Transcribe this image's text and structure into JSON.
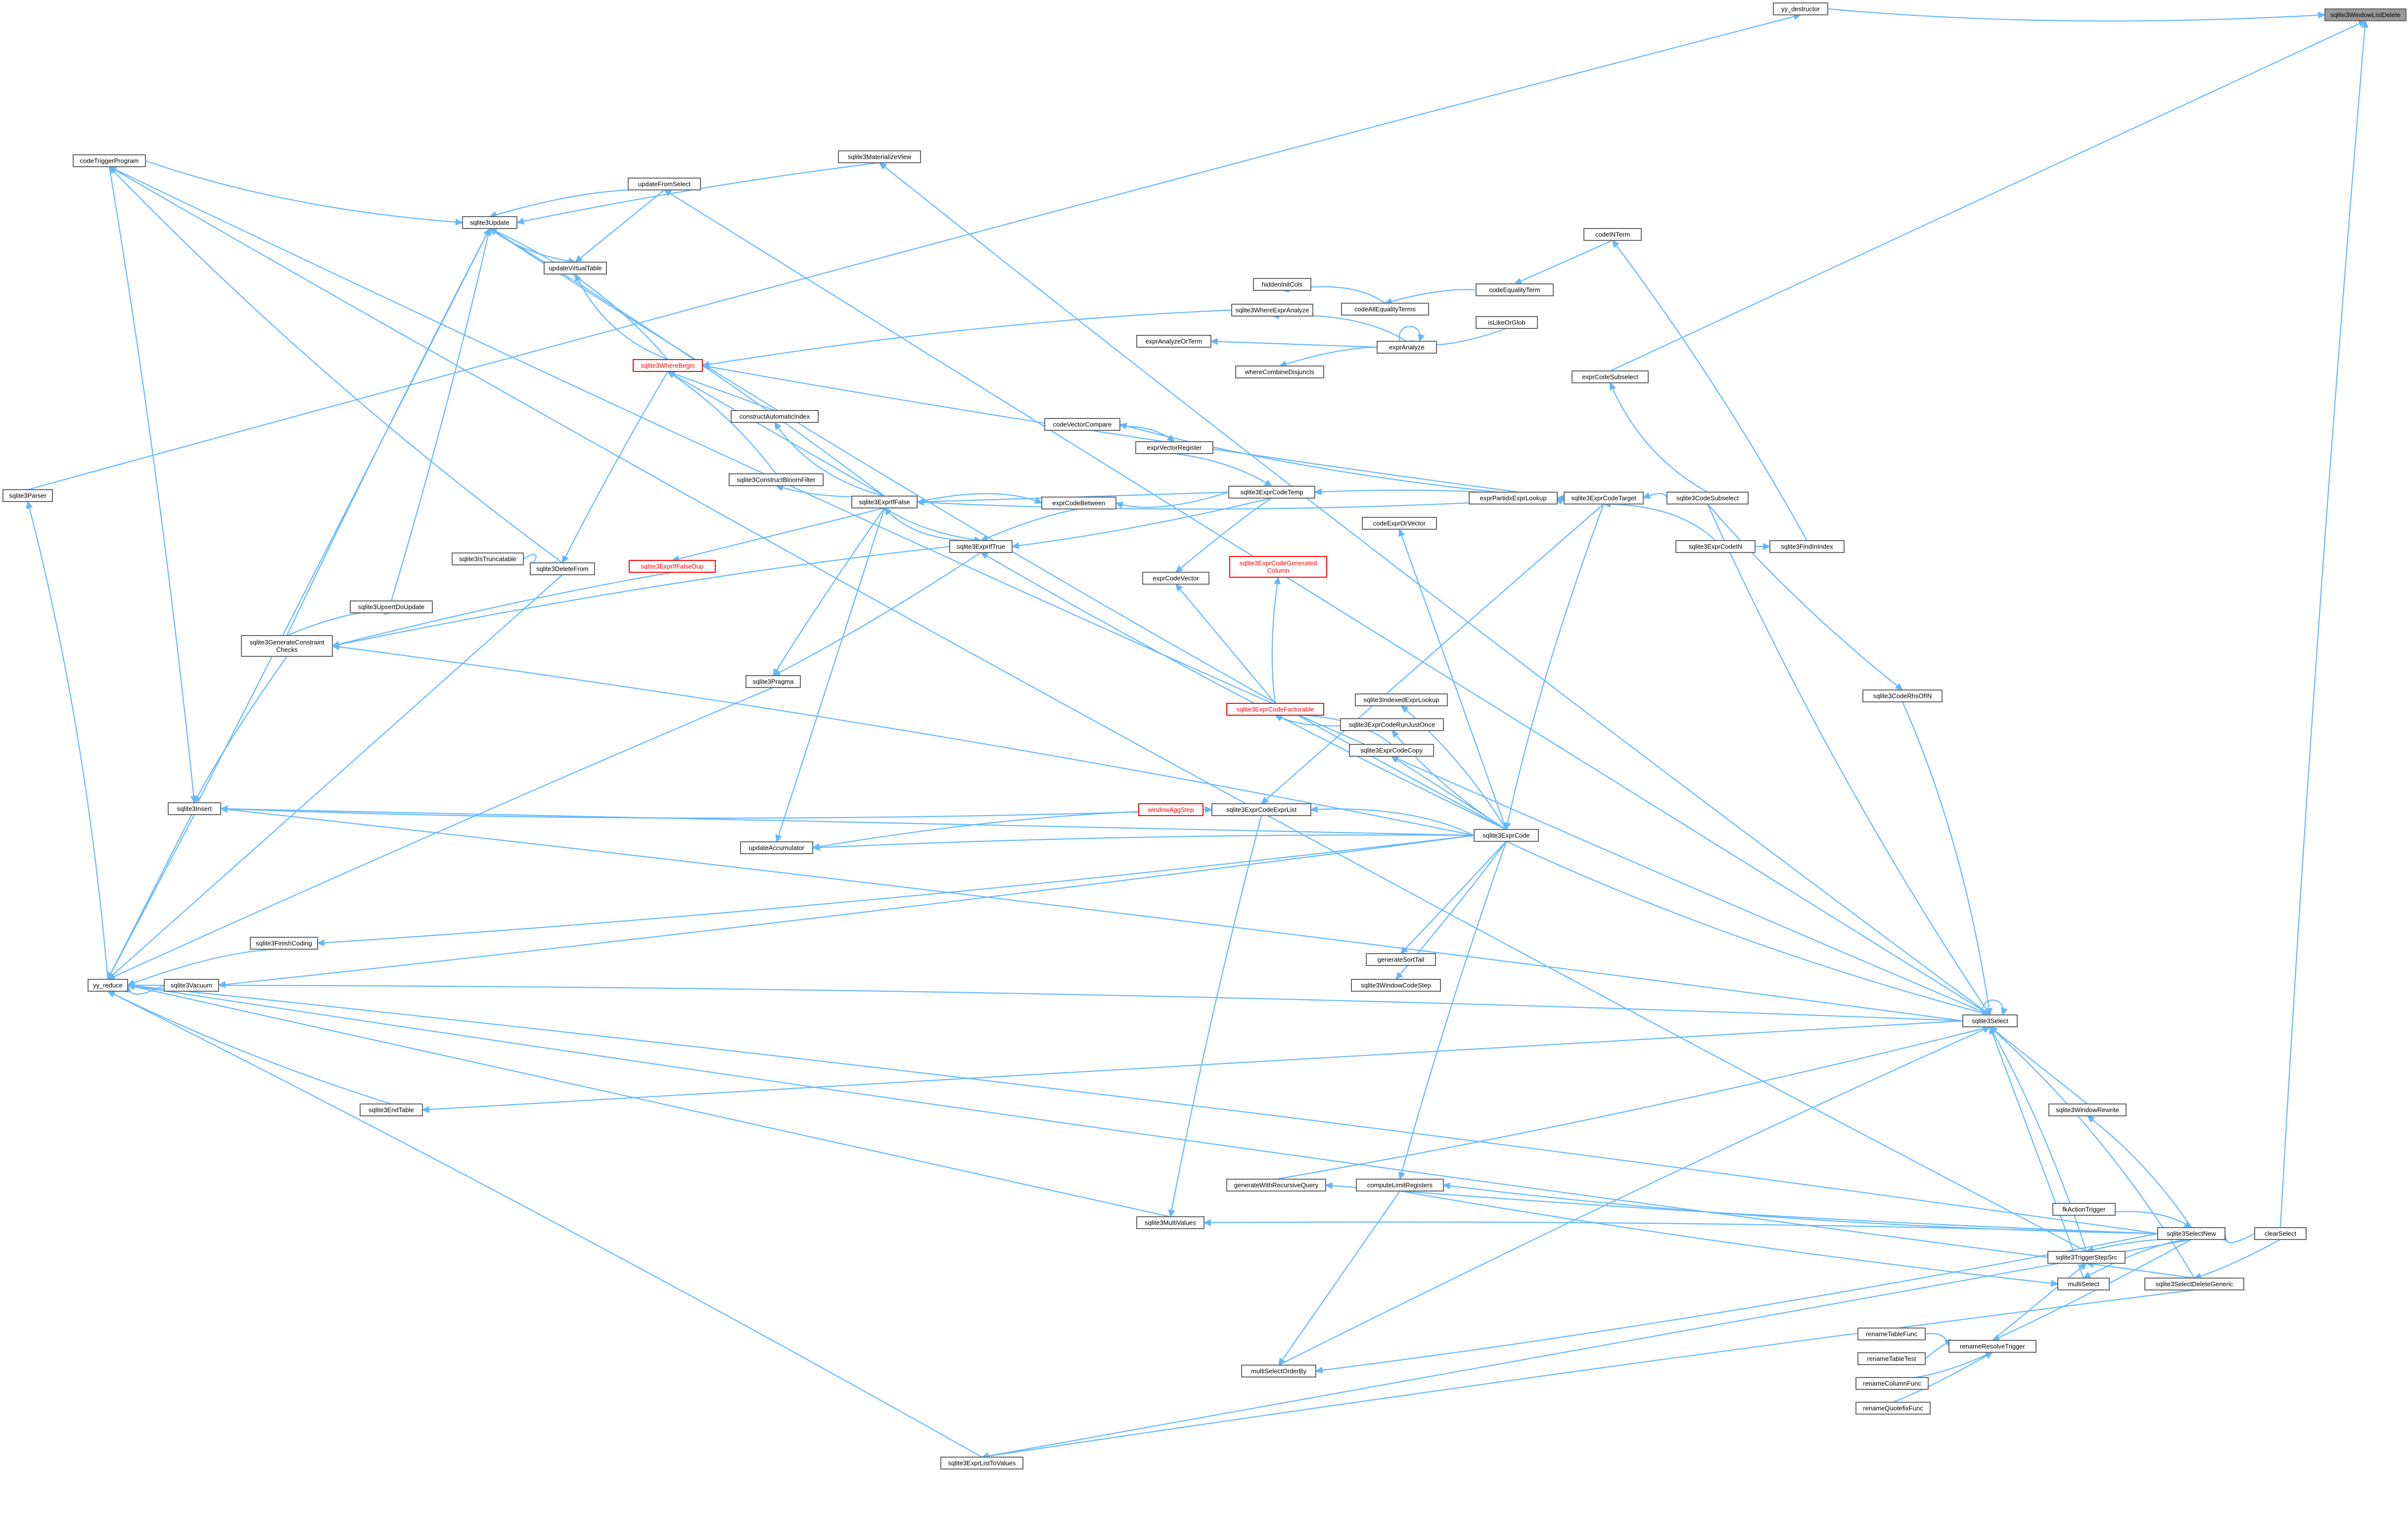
{
  "graph": {
    "root": "sqlite3WindowListDelete",
    "nodes": [
      {
        "id": "n_root",
        "label": "sqlite3WindowListDelete",
        "root": true
      },
      {
        "id": "n_yydestructor",
        "label": "yy_destructor"
      },
      {
        "id": "n_sqliteparser",
        "label": "sqlite3Parser"
      },
      {
        "id": "n_yyreduce",
        "label": "yy_reduce"
      },
      {
        "id": "n_codetrig",
        "label": "codeTriggerProgram"
      },
      {
        "id": "n_matview",
        "label": "sqlite3MaterializeView"
      },
      {
        "id": "n_updfromsel",
        "label": "updateFromSelect"
      },
      {
        "id": "n_update",
        "label": "sqlite3Update"
      },
      {
        "id": "n_updvt",
        "label": "updateVirtualTable"
      },
      {
        "id": "n_wherebegin",
        "label": "sqlite3WhereBegin",
        "red": true
      },
      {
        "id": "n_constauto",
        "label": "constructAutomaticIndex"
      },
      {
        "id": "n_bloom",
        "label": "sqlite3ConstructBloomFilter"
      },
      {
        "id": "n_exprifalse",
        "label": "sqlite3ExprIfFalse"
      },
      {
        "id": "n_exprcodebetween",
        "label": "exprCodeBetween"
      },
      {
        "id": "n_exprittrue",
        "label": "sqlite3ExprIfTrue"
      },
      {
        "id": "n_exprifalsedup",
        "label": "sqlite3ExprIfFalseDup",
        "red": true
      },
      {
        "id": "n_istrunc",
        "label": "sqlite3IsTruncatable"
      },
      {
        "id": "n_deletefrom",
        "label": "sqlite3DeleteFrom"
      },
      {
        "id": "n_upsertdo",
        "label": "sqlite3UpsertDoUpdate"
      },
      {
        "id": "n_genconst",
        "label": "sqlite3GenerateConstraint\nChecks"
      },
      {
        "id": "n_pragma",
        "label": "sqlite3Pragma"
      },
      {
        "id": "n_insert",
        "label": "sqlite3Insert"
      },
      {
        "id": "n_updaccum",
        "label": "updateAccumulator"
      },
      {
        "id": "n_finishcoding",
        "label": "sqlite3FinishCoding"
      },
      {
        "id": "n_vacuum",
        "label": "sqlite3Vacuum"
      },
      {
        "id": "n_endtable",
        "label": "sqlite3EndTable"
      },
      {
        "id": "n_multivalues",
        "label": "sqlite3MultiValues"
      },
      {
        "id": "n_exprlistvalues",
        "label": "sqlite3ExprListToValues"
      },
      {
        "id": "n_hiddencols",
        "label": "hiddenInitCols"
      },
      {
        "id": "n_wherexpranalyze",
        "label": "sqlite3WhereExprAnalyze"
      },
      {
        "id": "n_expranalyzeorterm",
        "label": "exprAnalyzeOrTerm"
      },
      {
        "id": "n_wherecombine",
        "label": "whereCombineDisjuncts"
      },
      {
        "id": "n_codeveccompare",
        "label": "codeVectorCompare"
      },
      {
        "id": "n_exprvecreg",
        "label": "exprVectorRegister"
      },
      {
        "id": "n_exprcodetemp",
        "label": "sqlite3ExprCodeTemp"
      },
      {
        "id": "n_exprcodevector",
        "label": "exprCodeVector"
      },
      {
        "id": "n_genedcol",
        "label": "sqlite3ExprCodeGenerated\nColumn",
        "red": true
      },
      {
        "id": "n_codeexpror",
        "label": "codeExprOrVector"
      },
      {
        "id": "n_exprpartidx",
        "label": "exprPartidxExprLookup"
      },
      {
        "id": "n_exprcodetarget",
        "label": "sqlite3ExprCodeTarget"
      },
      {
        "id": "n_indexedexpr",
        "label": "sqlite3IndexedExprLookup"
      },
      {
        "id": "n_exprruntime",
        "label": "sqlite3ExprCodeRunJustOnce"
      },
      {
        "id": "n_exprfactorable",
        "label": "sqlite3ExprCodeFactorable",
        "red": true
      },
      {
        "id": "n_exprcodecopy",
        "label": "sqlite3ExprCodeCopy"
      },
      {
        "id": "n_windowagg",
        "label": "windowAggStep",
        "red": true
      },
      {
        "id": "n_exprcodelist",
        "label": "sqlite3ExprCodeExprList"
      },
      {
        "id": "n_exprcode",
        "label": "sqlite3ExprCode"
      },
      {
        "id": "n_gensorttail",
        "label": "generateSortTail"
      },
      {
        "id": "n_windowcodestep",
        "label": "sqlite3WindowCodeStep"
      },
      {
        "id": "n_codenterm",
        "label": "codeINTerm"
      },
      {
        "id": "n_codeequality",
        "label": "codeEqualityTerm"
      },
      {
        "id": "n_codeallequality",
        "label": "codeAllEqualityTerms"
      },
      {
        "id": "n_islike",
        "label": "isLikeOrGlob"
      },
      {
        "id": "n_expranalyze",
        "label": "exprAnalyze"
      },
      {
        "id": "n_exprcodesubsel",
        "label": "exprCodeSubselect"
      },
      {
        "id": "n_codesubselect",
        "label": "sqlite3CodeSubselect"
      },
      {
        "id": "n_exprcoderhs",
        "label": "sqlite3ExprCodeIN"
      },
      {
        "id": "n_findindex",
        "label": "sqlite3FindInIndex"
      },
      {
        "id": "n_codertcheck",
        "label": "sqlite3CodeRhsOfIN"
      },
      {
        "id": "n_select",
        "label": "sqlite3Select"
      },
      {
        "id": "n_windowrewrite",
        "label": "sqlite3WindowRewrite"
      },
      {
        "id": "n_fkactiontrig",
        "label": "fkActionTrigger"
      },
      {
        "id": "n_selectnew",
        "label": "sqlite3SelectNew"
      },
      {
        "id": "n_clearselect",
        "label": "clearSelect"
      },
      {
        "id": "n_triggerstepsrc",
        "label": "sqlite3TriggerStepSrc"
      },
      {
        "id": "n_multiselect",
        "label": "multiSelect"
      },
      {
        "id": "n_selectdelgeneric",
        "label": "sqlite3SelectDeleteGeneric"
      },
      {
        "id": "n_genrecursive",
        "label": "generateWithRecursiveQuery"
      },
      {
        "id": "n_computelimit",
        "label": "computeLimitRegisters"
      },
      {
        "id": "n_multiorderby",
        "label": "multiSelectOrderBy"
      },
      {
        "id": "n_renametablefunc",
        "label": "renameTableFunc"
      },
      {
        "id": "n_renametabletest",
        "label": "renameTableTest"
      },
      {
        "id": "n_renamecolumnfunc",
        "label": "renameColumnFunc"
      },
      {
        "id": "n_renamequotefix",
        "label": "renameQuotefixFunc"
      },
      {
        "id": "n_renameresolve",
        "label": "renameResolveTrigger"
      }
    ]
  }
}
